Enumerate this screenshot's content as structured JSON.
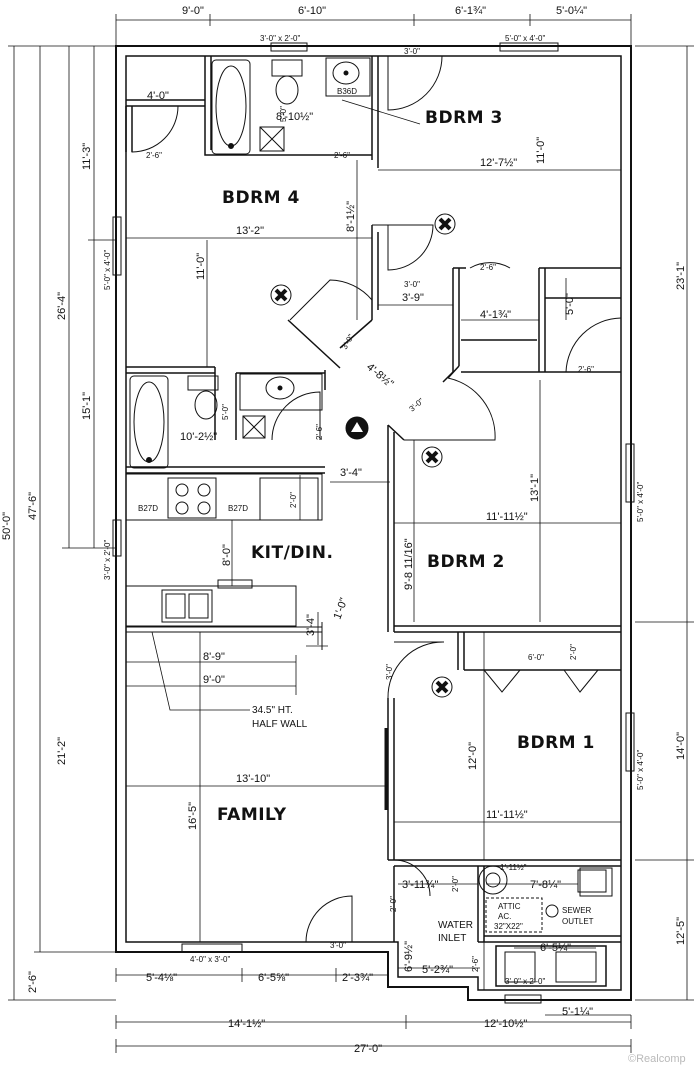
{
  "rooms": {
    "bdrm3": "BDRM 3",
    "bdrm4": "BDRM 4",
    "kitdin": "KIT/DIN.",
    "bdrm2": "BDRM 2",
    "bdrm1": "BDRM 1",
    "family": "FAMILY"
  },
  "top_dims": [
    "9'-0\"",
    "6'-10\"",
    "6'-1¾\"",
    "5'-0¼\""
  ],
  "bottom_dims": [
    "5'-4⅛\"",
    "6'-5⅝\"",
    "2'-3¾\"",
    "5'-1¼\""
  ],
  "bottom_totals": [
    "14'-1½\"",
    "12'-10½\"",
    "27'-0\""
  ],
  "left_dims": [
    "50'-0\"",
    "47'-6\"",
    "26'-4\"",
    "11'-3\"",
    "15'-1\"",
    "21'-2\"",
    "2'-6\""
  ],
  "right_dims": [
    "23'-1\"",
    "14'-0\"",
    "12'-5\""
  ],
  "windows": {
    "top1": "3'-0\" x 2'-0\"",
    "top2": "5'-0\" x 4'-0\"",
    "left1": "5'-0\" x 4'-0\"",
    "left2": "3'-0\" x 2'-0\"",
    "right1": "5'-0\" x 4'-0\"",
    "right2": "5'-0\" x 4'-0\"",
    "bottom1": "4'-0\" x 3'-0\"",
    "bottom2": "3'-0\" x 2'-0\""
  },
  "interior_dims": {
    "closet4_w": "4'-0\"",
    "bath1_w": "8'-10½\"",
    "bath1_h": "5'-0\"",
    "d1": "2'-6\"",
    "d2": "2'-6\"",
    "d3": "3'-0\"",
    "bdrm3_w": "12'-7½\"",
    "bdrm3_h": "11'-0\"",
    "bdrm4_w": "13'-2\"",
    "bdrm4_h": "11'-0\"",
    "hall_h": "8'-1½\"",
    "hall_w": "3'-9\"",
    "hall_d": "3'-0\"",
    "d4": "2'-6\"",
    "closet3_w": "4'-1¾\"",
    "closet3b_h": "5'-0\"",
    "d5": "2'-6\"",
    "diag1": "4'-8½\"",
    "diag2": "3'-0\"",
    "diag3": "3'-0\"",
    "bath2_w": "10'-2½\"",
    "bath2_h": "5'-0\"",
    "d6": "2'-6\"",
    "kit_w": "3'-4\"",
    "kit_cab1": "B27D",
    "kit_cab2": "B27D",
    "kit_d": "2'-0\"",
    "kit_h": "8'-0\"",
    "bdrm2_w": "11'-11½\"",
    "bdrm2_h": "13'-1\"",
    "bdrm2_h2": "9'-8 11/16\"",
    "island_h": "3'-4\"",
    "island_d": "1'-0\"",
    "counter_w": "8'-9\"",
    "wall_w": "9'-0\"",
    "door_bdrm1": "3'-0\"",
    "closet1_w": "6'-0\"",
    "closet1_h": "2'-0\"",
    "bdrm1_h": "12'-0\"",
    "family_w": "13'-10\"",
    "family_h": "16'-5\"",
    "bdrm1_w": "11'-11½\"",
    "util_w1": "3'-11¾\"",
    "util_d": "2'-0\"",
    "util_w2": "7'-8¼\"",
    "util_d2": "1'-11½\"",
    "util_d3": "2'-0\"",
    "util_h": "6'-9½\"",
    "util_w3": "5'-2¾\"",
    "util_w4": "6'-5¼\"",
    "util_d4": "2'-6\"",
    "front_door": "3'-0\"",
    "sink_label": "B36D"
  },
  "notes": {
    "half_wall_1": "34.5\" HT.",
    "half_wall_2": "HALF WALL",
    "water_1": "WATER",
    "water_2": "INLET",
    "attic_1": "ATTIC",
    "attic_2": "AC.",
    "attic_3": "32\"X22\"",
    "sewer_1": "SEWER",
    "sewer_2": "OUTLET"
  },
  "watermark": "©Realcomp"
}
